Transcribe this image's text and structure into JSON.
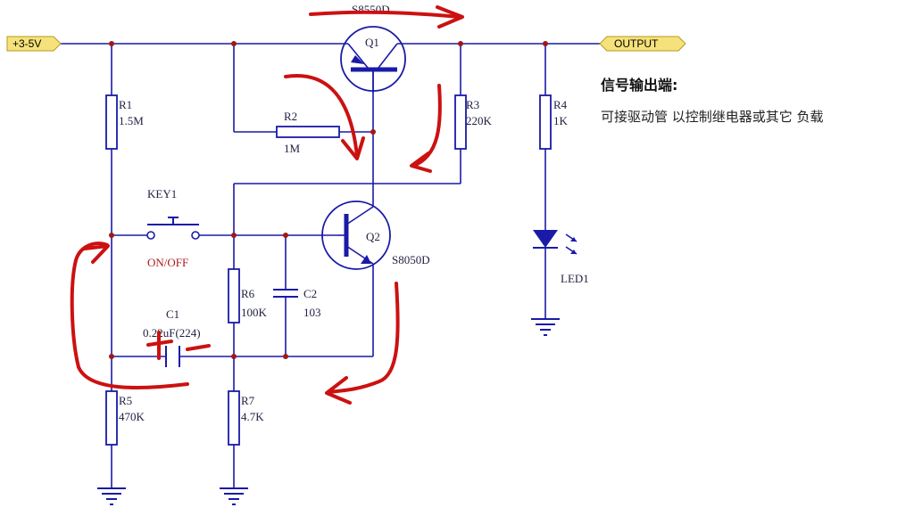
{
  "power": {
    "label": "+3-5V"
  },
  "output": {
    "label": "OUTPUT"
  },
  "transistors": {
    "q1": {
      "ref": "Q1",
      "part": "S8550D"
    },
    "q2": {
      "ref": "Q2",
      "part": "S8050D"
    }
  },
  "resistors": {
    "r1": {
      "ref": "R1",
      "value": "1.5M"
    },
    "r2": {
      "ref": "R2",
      "value": "1M"
    },
    "r3": {
      "ref": "R3",
      "value": "220K"
    },
    "r4": {
      "ref": "R4",
      "value": "1K"
    },
    "r5": {
      "ref": "R5",
      "value": "470K"
    },
    "r6": {
      "ref": "R6",
      "value": "100K"
    },
    "r7": {
      "ref": "R7",
      "value": "4.7K"
    }
  },
  "capacitors": {
    "c1": {
      "ref": "C1",
      "value": "0.22uF(224)"
    },
    "c2": {
      "ref": "C2",
      "value": "103"
    }
  },
  "switch": {
    "ref": "KEY1",
    "label": "ON/OFF"
  },
  "led": {
    "ref": "LED1"
  },
  "note": {
    "title": "信号输出端:",
    "description": "可接驱动管 以控制继电器或其它 负载"
  },
  "colors": {
    "wire": "#1a1aa8",
    "junction": "#a01818",
    "annotation": "#cc1111",
    "port_fill": "#f5e27a"
  }
}
